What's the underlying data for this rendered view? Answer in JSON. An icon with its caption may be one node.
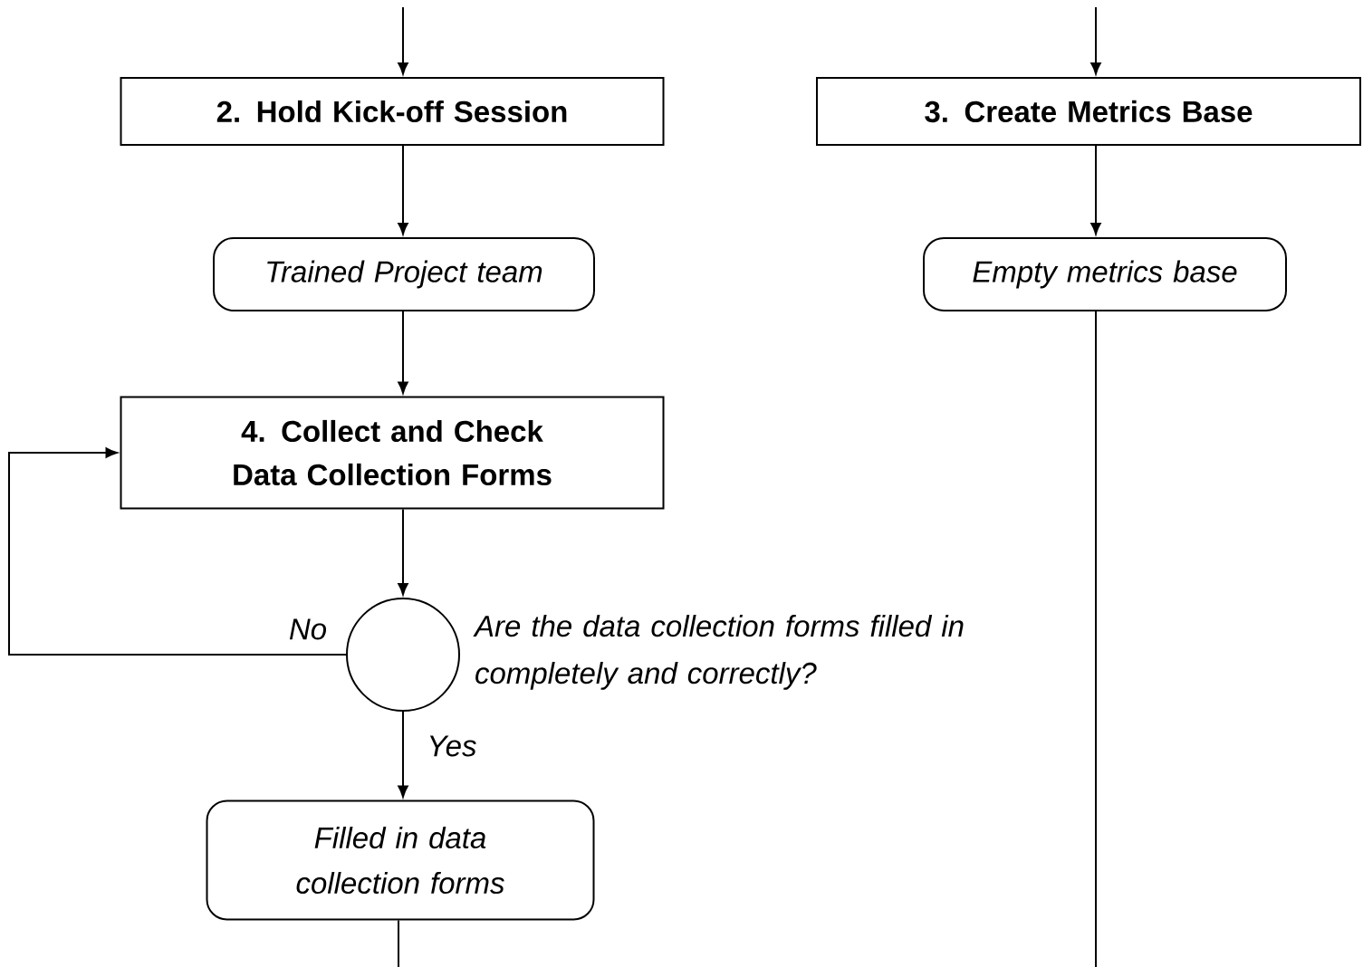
{
  "diagram": {
    "nodes": [
      {
        "text": [
          "2. Hold Kick-off Session"
        ]
      },
      {
        "text": [
          "3. Create Metrics Base"
        ]
      },
      {
        "text": [
          "Trained Project team"
        ]
      },
      {
        "text": [
          "Empty metrics base"
        ]
      },
      {
        "text": [
          "4. Collect and Check Data Collection Forms"
        ]
      },
      {
        "text": [],
        "shape": "circle",
        "beside": [
          "Are the data collection forms filled in completely and correctly?"
        ]
      },
      {
        "text": [
          "Filled in data collection forms"
        ]
      }
    ],
    "edges": [
      {
        "from": null,
        "to": 0,
        "arrow": "to"
      },
      {
        "from": null,
        "to": 1,
        "arrow": "to"
      },
      {
        "from": 0,
        "to": 2,
        "arrow": "to"
      },
      {
        "from": 1,
        "to": 3,
        "arrow": "to"
      },
      {
        "from": 2,
        "to": 4,
        "arrow": "to"
      },
      {
        "from": 4,
        "to": 5,
        "arrow": "to"
      },
      {
        "from": 5,
        "to": 4,
        "arrow": "to",
        "label": "No"
      },
      {
        "from": 5,
        "to": 6,
        "arrow": "to",
        "label": "Yes"
      },
      {
        "from": 6,
        "to": null,
        "arrow": "none"
      },
      {
        "from": 3,
        "to": null,
        "arrow": "none"
      }
    ]
  }
}
